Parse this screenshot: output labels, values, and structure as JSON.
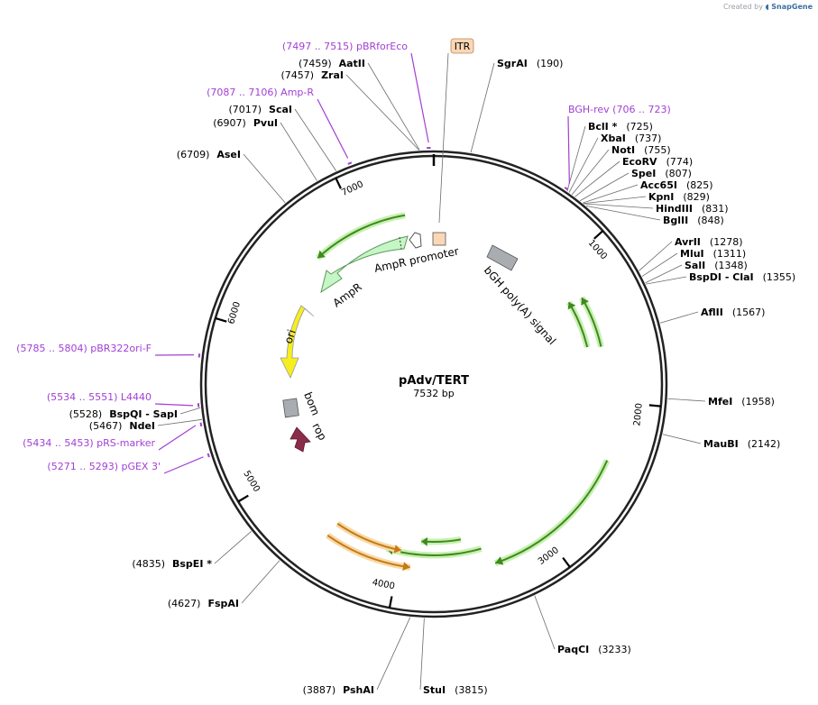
{
  "credit": {
    "prefix": "Created by",
    "brand": "SnapGene"
  },
  "plasmid": {
    "name": "pAdv/TERT",
    "size_label": "7532 bp",
    "length": 7532
  },
  "ruler": [
    "1000",
    "2000",
    "3000",
    "4000",
    "5000",
    "6000",
    "7000"
  ],
  "sites": [
    {
      "name": "SgrAI",
      "pos": "(190)",
      "at": 190
    },
    {
      "name": "BclI *",
      "pos": "(725)",
      "at": 725
    },
    {
      "name": "XbaI",
      "pos": "(737)",
      "at": 737
    },
    {
      "name": "NotI",
      "pos": "(755)",
      "at": 755
    },
    {
      "name": "EcoRV",
      "pos": "(774)",
      "at": 774
    },
    {
      "name": "SpeI",
      "pos": "(807)",
      "at": 807
    },
    {
      "name": "Acc65I",
      "pos": "(825)",
      "at": 825
    },
    {
      "name": "KpnI",
      "pos": "(829)",
      "at": 829
    },
    {
      "name": "HindIII",
      "pos": "(831)",
      "at": 831
    },
    {
      "name": "BglII",
      "pos": "(848)",
      "at": 848
    },
    {
      "name": "AvrII",
      "pos": "(1278)",
      "at": 1278
    },
    {
      "name": "MluI",
      "pos": "(1311)",
      "at": 1311
    },
    {
      "name": "SalI",
      "pos": "(1348)",
      "at": 1348
    },
    {
      "name": "BspDI - ClaI",
      "pos": "(1355)",
      "at": 1355
    },
    {
      "name": "AflII",
      "pos": "(1567)",
      "at": 1567
    },
    {
      "name": "MfeI",
      "pos": "(1958)",
      "at": 1958
    },
    {
      "name": "MauBI",
      "pos": "(2142)",
      "at": 2142
    },
    {
      "name": "PaqCI",
      "pos": "(3233)",
      "at": 3233
    },
    {
      "name": "StuI",
      "pos": "(3815)",
      "at": 3815
    },
    {
      "name": "PshAI",
      "pos": "(3887)",
      "at": 3887
    },
    {
      "name": "FspAI",
      "pos": "(4627)",
      "at": 4627
    },
    {
      "name": "BspEI *",
      "pos": "(4835)",
      "at": 4835
    },
    {
      "name": "NdeI",
      "pos": "(5467)",
      "at": 5467
    },
    {
      "name": "BspQI - SapI",
      "pos": "(5528)",
      "at": 5528
    },
    {
      "name": "AseI",
      "pos": "(6709)",
      "at": 6709
    },
    {
      "name": "PvuI",
      "pos": "(6907)",
      "at": 6907
    },
    {
      "name": "ScaI",
      "pos": "(7017)",
      "at": 7017
    },
    {
      "name": "ZraI",
      "pos": "(7457)",
      "at": 7457
    },
    {
      "name": "AatII",
      "pos": "(7459)",
      "at": 7459
    }
  ],
  "primers": [
    {
      "label": "(7497 .. 7515)  pBRforEco",
      "at": 7506
    },
    {
      "label": "BGH-rev   (706 .. 723)",
      "at": 714
    },
    {
      "label": "(7087 .. 7106)  Amp-R",
      "at": 7096
    },
    {
      "label": "(5785 .. 5804)  pBR322ori-F",
      "at": 5794
    },
    {
      "label": "(5534 .. 5551)  L4440",
      "at": 5542
    },
    {
      "label": "(5434 .. 5453)  pRS-marker",
      "at": 5443
    },
    {
      "label": "(5271 .. 5293)  pGEX 3'",
      "at": 5282
    }
  ],
  "features": [
    {
      "name": "ITR",
      "kind": "box"
    },
    {
      "name": "AmpR promoter",
      "kind": "arrow"
    },
    {
      "name": "AmpR",
      "kind": "arrow"
    },
    {
      "name": "ori",
      "kind": "arrow"
    },
    {
      "name": "bom",
      "kind": "box"
    },
    {
      "name": "rop",
      "kind": "arrow"
    },
    {
      "name": "bGH poly(A) signal",
      "kind": "box"
    }
  ],
  "colors": {
    "backbone": "#222222",
    "primer": "#a23fd4",
    "orf_green": "#3d8a1e",
    "orf_orange": "#c77a12",
    "ampr": "#c6f5c6",
    "ori": "#f6ee1f",
    "rop": "#8b2c4b",
    "grey_feature": "#a9adb1",
    "itr": "#fbd7b6"
  }
}
